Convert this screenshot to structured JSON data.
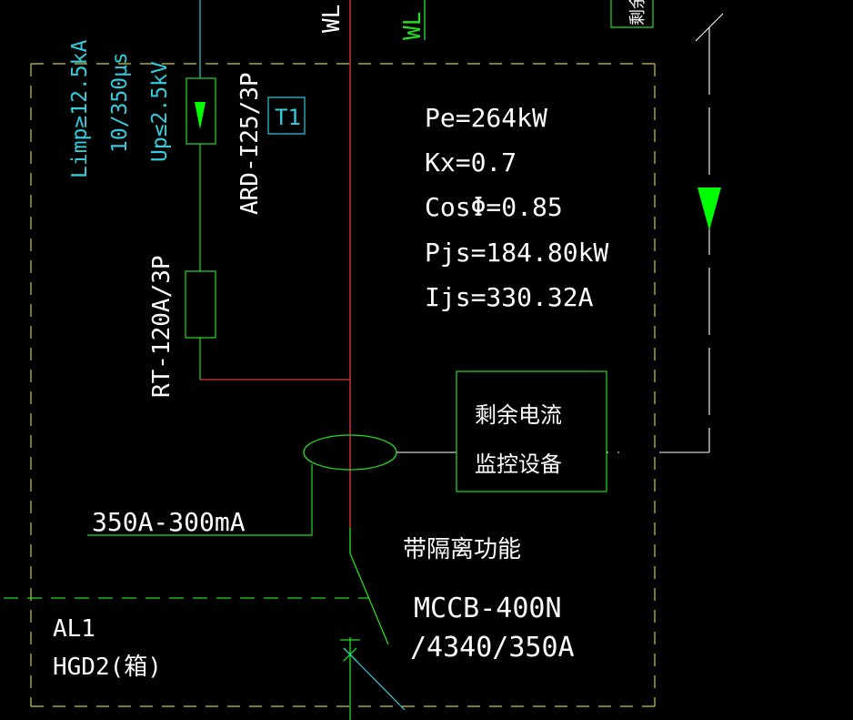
{
  "colors": {
    "background": "#000000",
    "white": "#ffffff",
    "green": "#22dd22",
    "bright_green": "#00ff00",
    "cyan": "#33ccdd",
    "yellow": "#cccc33",
    "red": "#dd3333"
  },
  "top_labels": {
    "wl_white": "WL",
    "wl_green": "WL",
    "corner_label": "剩余"
  },
  "spd": {
    "rating_line1": "Limp≥12.5kA",
    "rating_line2": "10/350μs",
    "rating_line3": "Up≤2.5kV",
    "device": "ARD-I25/3P",
    "tag": "T1"
  },
  "fuse": {
    "label": "RT-120A/3P"
  },
  "load_calc": {
    "pe": "Pe=264kW",
    "kx": "Kx=0.7",
    "cos": "CosΦ=0.85",
    "pjs": "Pjs=184.80kW",
    "ijs": "Ijs=330.32A"
  },
  "monitor": {
    "line1": "剩余电流",
    "line2": "监控设备"
  },
  "ct": {
    "rating": "350A-300mA"
  },
  "breaker": {
    "function": "带隔离功能",
    "model_line1": "MCCB-400N",
    "model_line2": "/4340/350A"
  },
  "panel": {
    "id": "AL1",
    "model": "HGD2(箱)"
  }
}
